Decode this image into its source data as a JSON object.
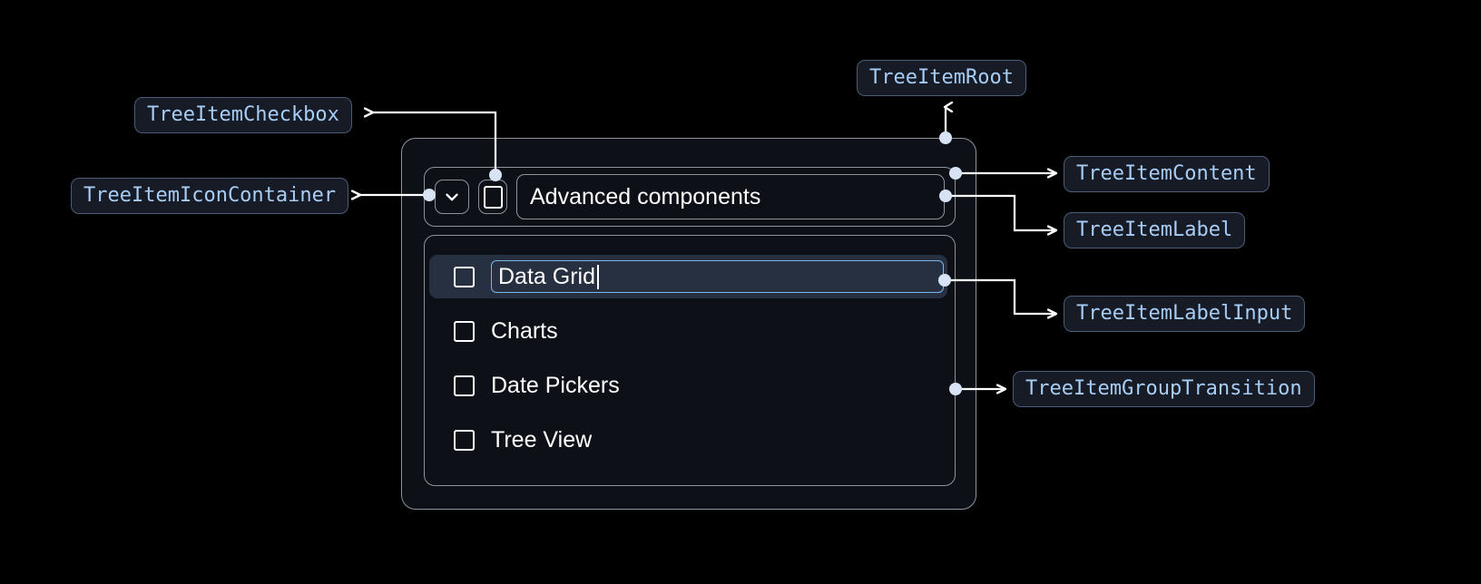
{
  "theme": {
    "page_background": "#000000",
    "card_background": "#0d1117",
    "border": "#8d949e",
    "pill_background": "#161b26",
    "pill_border": "#4a5c78",
    "pill_text": "#a8cdf5",
    "accent_input_border": "#7ab6e8",
    "selected_row_background": "#263040",
    "text": "#ffffff",
    "connector": "#ffffff",
    "connector_dot": "#d7e3f4"
  },
  "annotations": [
    {
      "id": "tree-item-checkbox",
      "label": "TreeItemCheckbox"
    },
    {
      "id": "tree-item-icon-container",
      "label": "TreeItemIconContainer"
    },
    {
      "id": "tree-item-root",
      "label": "TreeItemRoot"
    },
    {
      "id": "tree-item-content",
      "label": "TreeItemContent"
    },
    {
      "id": "tree-item-label",
      "label": "TreeItemLabel"
    },
    {
      "id": "tree-item-label-input",
      "label": "TreeItemLabelInput"
    },
    {
      "id": "tree-item-group-transition",
      "label": "TreeItemGroupTransition"
    }
  ],
  "tree": {
    "root": {
      "icon": "chevron-down-icon",
      "expanded": true,
      "checkbox_checked": false,
      "label": "Advanced components"
    },
    "children": [
      {
        "label": "Data Grid",
        "checkbox_checked": false,
        "selected": true,
        "editing": true,
        "input_value": "Data Grid"
      },
      {
        "label": "Charts",
        "checkbox_checked": false,
        "selected": false,
        "editing": false
      },
      {
        "label": "Date Pickers",
        "checkbox_checked": false,
        "selected": false,
        "editing": false
      },
      {
        "label": "Tree View",
        "checkbox_checked": false,
        "selected": false,
        "editing": false
      }
    ]
  }
}
